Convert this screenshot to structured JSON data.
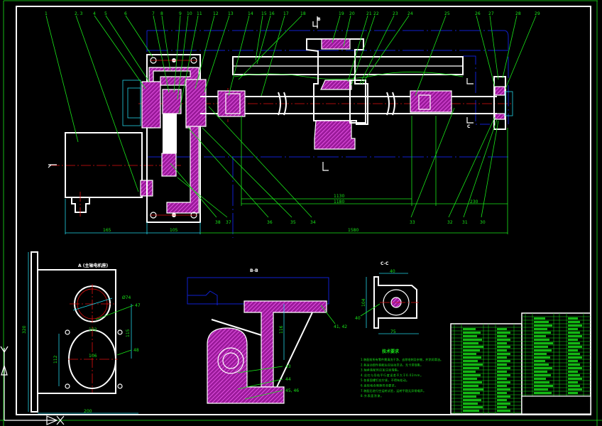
{
  "drawing": {
    "part_labels_top": [
      "1",
      "2, 3",
      "4",
      "5",
      "6",
      "7",
      "8",
      "9",
      "10",
      "11",
      "12",
      "13",
      "14",
      "15",
      "16",
      "17",
      "18",
      "19",
      "20",
      "21",
      "22",
      "23",
      "24",
      "25",
      "26",
      "27",
      "28",
      "29"
    ],
    "part_labels_bottom": [
      "38",
      "37",
      "36",
      "35",
      "34",
      "33",
      "32",
      "31",
      "30"
    ],
    "section_marks": {
      "a": "A",
      "b": "B",
      "c": "C"
    },
    "main_dimensions": {
      "motor": "165",
      "gearbox": "105",
      "inner1": "1130",
      "inner2": "1180",
      "right": "230",
      "total": "1580"
    },
    "view_a": {
      "title": "A (主轴电机座)",
      "height": "320",
      "width": "200",
      "dia": "Ø74",
      "d1": "102",
      "d2": "106",
      "h1": "115",
      "h2": "112",
      "label_47": "47",
      "label_48": "48"
    },
    "view_b": {
      "title": "B-B",
      "height": "116",
      "label_41": "41, 42",
      "label_43": "43",
      "label_44": "44",
      "label_45": "45, 46"
    },
    "view_c": {
      "title": "C-C",
      "top": "40",
      "bottom": "75",
      "height": "104",
      "label_40": "40"
    },
    "tech_requirements": {
      "title": "技术要求",
      "lines": [
        "1.装配前所有零件需清洗干净，去除毛刺及杂物，并涂润滑油。",
        "2.各运动部件装配后应运动灵活，无卡滞现象。",
        "3.轴承装配时应加注润滑脂。",
        "4.丝杠与导轨平行度误差不大于0.02mm。",
        "5.各紧固螺钉应拧紧，不得有松动。",
        "6.齿轮啮合侧隙符合要求。",
        "7.装配后进行空运转试验，运转平稳无异常噪声。",
        "8.外表面涂漆。"
      ]
    }
  },
  "colors": {
    "background": "#000000",
    "outline": "#ffffff",
    "dimension": "#19e619",
    "center": "#e01010",
    "hidden": "#1020d0",
    "section": "#cc33cc",
    "extension": "#22d3e6"
  }
}
